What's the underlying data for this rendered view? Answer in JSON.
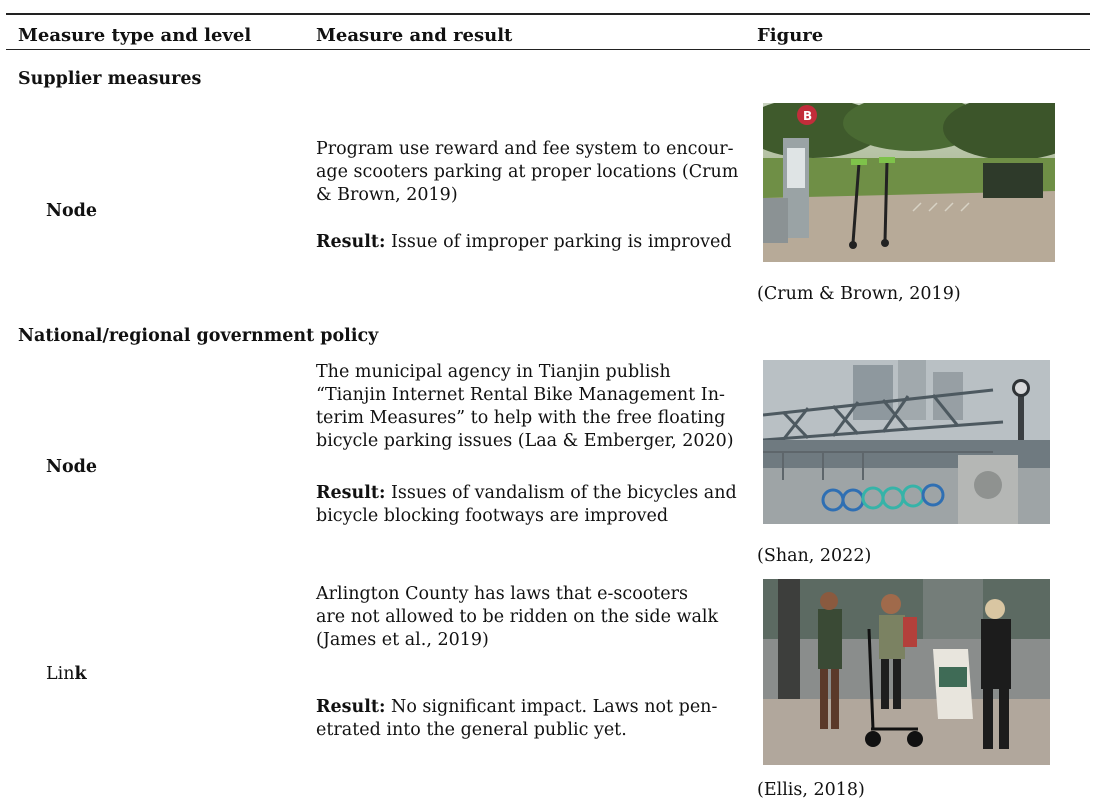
{
  "table": {
    "headers": [
      "Measure type and level",
      "Measure and result",
      "Figure"
    ],
    "sections": [
      {
        "title": "Supplier measures",
        "rows": [
          {
            "level_bold": "Node",
            "level_plain": "",
            "measure_lines": [
              "Program use reward and fee system to encour-",
              "age scooters parking at proper locations (Crum",
              "& Brown, 2019)"
            ],
            "result_label": "Result:",
            "result_lines": [
              " Issue of improper parking is improved"
            ],
            "figure_caption": "(Crum & Brown, 2019)"
          }
        ]
      },
      {
        "title": "National/regional government policy",
        "rows": [
          {
            "level_bold": "Node",
            "level_plain": "",
            "measure_lines": [
              "The municipal agency in Tianjin publish",
              "“Tianjin Internet Rental Bike Management In-",
              "terim Measures” to help with the free floating",
              "bicycle parking issues (Laa & Emberger, 2020)"
            ],
            "result_label": "Result:",
            "result_lines": [
              " Issues of vandalism of the bicycles and",
              "bicycle blocking footways are improved"
            ],
            "figure_caption": "(Shan, 2022)"
          },
          {
            "level_plain": "Lin",
            "level_bold": "k",
            "measure_lines": [
              "Arlington County has laws that e-scooters",
              "are not allowed to be ridden on the side walk",
              "(James et al., 2019)"
            ],
            "result_label": "Result:",
            "result_lines": [
              " No significant impact. Laws not pen-",
              "etrated into the general public yet."
            ],
            "figure_caption": "(Ellis, 2018)"
          }
        ]
      }
    ]
  },
  "colors": {
    "rule": "#222222",
    "text": "#111111"
  },
  "icons": [
    "bike-station-sign-icon"
  ]
}
